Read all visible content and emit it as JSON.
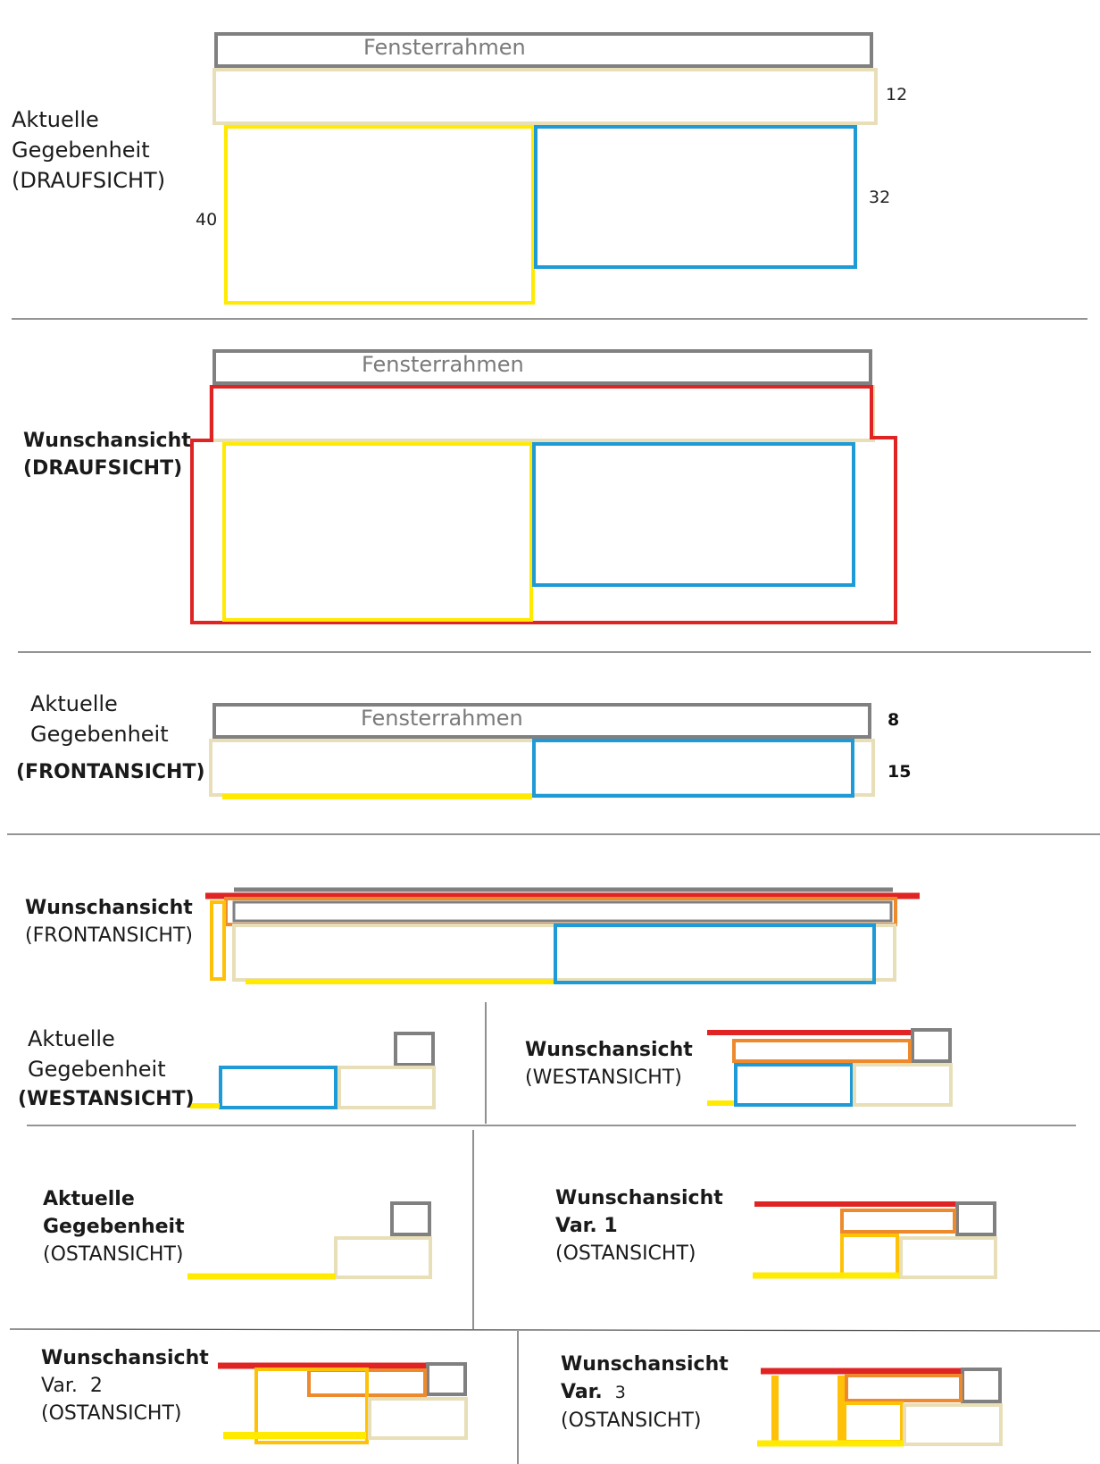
{
  "sections": {
    "s1": {
      "line1": "Aktuelle",
      "line2": "Gegebenheit",
      "line3": "(DRAUFSICHT)"
    },
    "s2": {
      "line1": "Wunschansicht",
      "line2": "(DRAUFSICHT)"
    },
    "s3": {
      "line1": "Aktuelle",
      "line2": "Gegebenheit",
      "line3": "(FRONTANSICHT)"
    },
    "s4": {
      "line1": "Wunschansicht",
      "line2": "(FRONTANSICHT)"
    },
    "s5": {
      "line1": "Aktuelle",
      "line2": "Gegebenheit",
      "line3": "(WESTANSICHT)"
    },
    "s6": {
      "line1": "Wunschansicht",
      "line2": "(WESTANSICHT)"
    },
    "s7": {
      "line1": "Aktuelle",
      "line2": "Gegebenheit",
      "line3": "(OSTANSICHT)"
    },
    "s8": {
      "line1": "Wunschansicht",
      "line2": "Var. 1",
      "line3": "(OSTANSICHT)"
    },
    "s9": {
      "line1": "Wunschansicht",
      "line2": "Var.  2",
      "line3": "(OSTANSICHT)"
    },
    "s10": {
      "line1": "Wunschansicht",
      "line2": "Var.",
      "line2b": "3",
      "line3": "(OSTANSICHT)"
    }
  },
  "frame_label": "Fensterrahmen",
  "dimensions": {
    "d12": "12",
    "d40": "40",
    "d32": "32",
    "d8": "8",
    "d15": "15"
  },
  "colors": {
    "frame_gray": "#808080",
    "beige": "#e8dfb8",
    "yellow": "#ffea00",
    "blue": "#1e9ad6",
    "red": "#e02424",
    "orange": "#ee8a2e",
    "gold": "#ffc107",
    "divider": "#555555"
  }
}
